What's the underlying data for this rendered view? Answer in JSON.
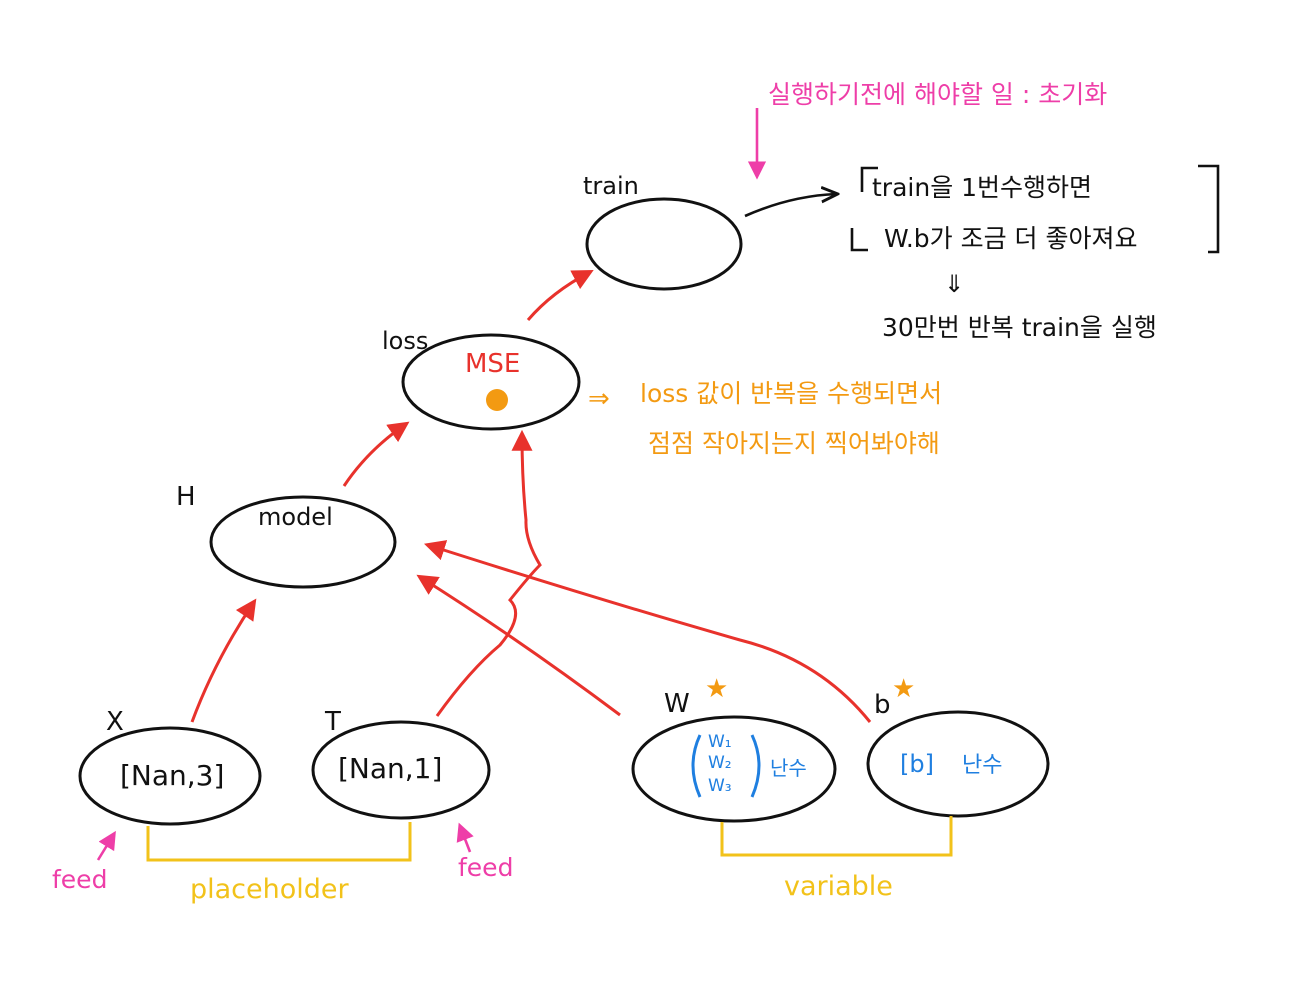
{
  "colors": {
    "ink": "#111111",
    "red": "#e8322c",
    "pink": "#ee3ea8",
    "orange": "#f39a12",
    "yellow": "#f2c21a",
    "blue": "#1f7fe0"
  },
  "nodes": {
    "train": {
      "label": "train",
      "content": ""
    },
    "loss": {
      "label": "loss",
      "content": "MSE"
    },
    "model": {
      "label": "H",
      "content": "model"
    },
    "x": {
      "label": "X",
      "content": "[Nan,3]"
    },
    "t": {
      "label": "T",
      "content": "[Nan,1]"
    },
    "w": {
      "label": "W",
      "content_lines": [
        "W₁",
        "W₂",
        "W₃"
      ],
      "suffix": "난수"
    },
    "b": {
      "label": "b",
      "content": "[b]",
      "suffix": "난수"
    }
  },
  "annotations": {
    "top_note": "실행하기전에 해야할 일 : 초기화",
    "train_note_line1": "train을 1번수행하면",
    "train_note_line2": "W.b가 조금 더 좋아져요",
    "train_note_result": "30만번 반복 train을 실행",
    "loss_note_line1": "loss 값이 반복을 수행되면서",
    "loss_note_line2": "점점 작아지는지 찍어봐야해",
    "feed_left": "feed",
    "feed_right": "feed",
    "placeholder": "placeholder",
    "variable": "variable"
  }
}
